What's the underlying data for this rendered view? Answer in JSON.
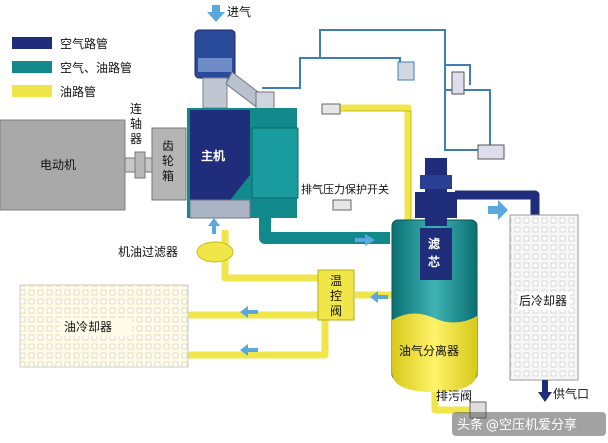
{
  "legend": {
    "items": [
      {
        "label": "空气路管",
        "color": "#1f2d7a"
      },
      {
        "label": "空气、油路管",
        "color": "#128a8c"
      },
      {
        "label": "油路管",
        "color": "#f0e64a"
      }
    ]
  },
  "labels": {
    "intake": "进气",
    "coupling": "连轴器",
    "motor": "电动机",
    "gearbox": "齿轮箱",
    "main_unit": "主机",
    "exhaust_switch": "排气压力保护开关",
    "oil_filter": "机油过滤器",
    "filter_core": "滤芯",
    "thermo_valve": "温控阀",
    "oil_cooler": "油冷却器",
    "separator": "油气分离器",
    "after_cooler": "后冷却器",
    "drain_valve": "排污阀",
    "supply_port": "供气口"
  },
  "watermark": {
    "source": "头条",
    "handle": "@空压机爱分享"
  },
  "colors": {
    "air": "#1f2d7a",
    "air_oil": "#128a8c",
    "oil": "#f0e64a",
    "motor": "#a9a9a9",
    "frame": "#5a8ec0"
  }
}
